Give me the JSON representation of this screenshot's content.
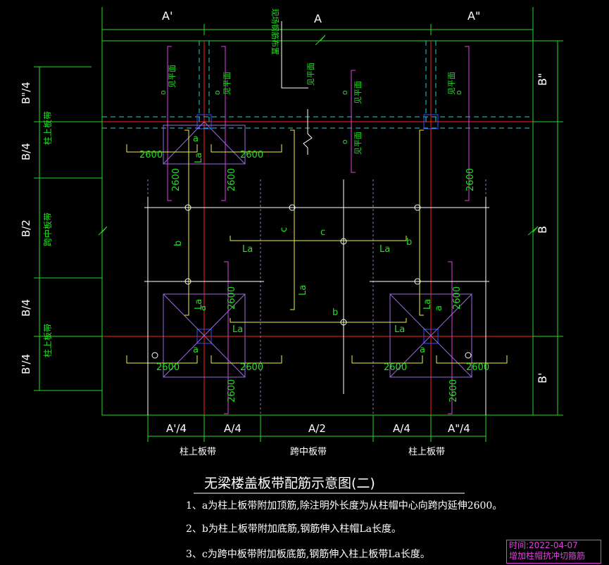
{
  "top_dims": [
    "A'",
    "A",
    "A\""
  ],
  "right_dims": [
    "B\"",
    "B",
    "B'"
  ],
  "left_dims": [
    "B\"/4",
    "B/4",
    "B/2",
    "B/4",
    "B'/4"
  ],
  "left_strip_labels": [
    "柱上板带",
    "跨中板带",
    "柱上板带"
  ],
  "bottom_dims": [
    "A'/4",
    "A/4",
    "A/2",
    "A/4",
    "A\"/4"
  ],
  "bottom_strip_labels": [
    "柱上板带",
    "跨中板带",
    "柱上板带"
  ],
  "top_note": "现场钢筋布置",
  "see_plan": "见平面",
  "labels": {
    "a": "a",
    "b": "b",
    "c": "c",
    "La": "La",
    "dim": "2600",
    "o": "o"
  },
  "title": "无梁楼盖板带配筋示意图(二)",
  "notes": [
    "1、a为柱上板带附加顶筋,除注明外长度为从柱帽中心向跨内延伸2600。",
    "2、b为柱上板带附加底筋,钢筋伸入柱帽La长度。",
    "3、c为跨中板带附加板底筋,钢筋伸入柱上板带La长度。"
  ],
  "stamp": {
    "time": "时间:2022-04-07",
    "desc": "增加柱帽抗冲切箍筋"
  },
  "colors": {
    "green": "#20e020",
    "yellow": "#f0f040",
    "red": "#ff2020",
    "cyan": "#20d0d0",
    "blue": "#3050ff",
    "magenta": "#e040e0",
    "white": "#ffffff"
  }
}
